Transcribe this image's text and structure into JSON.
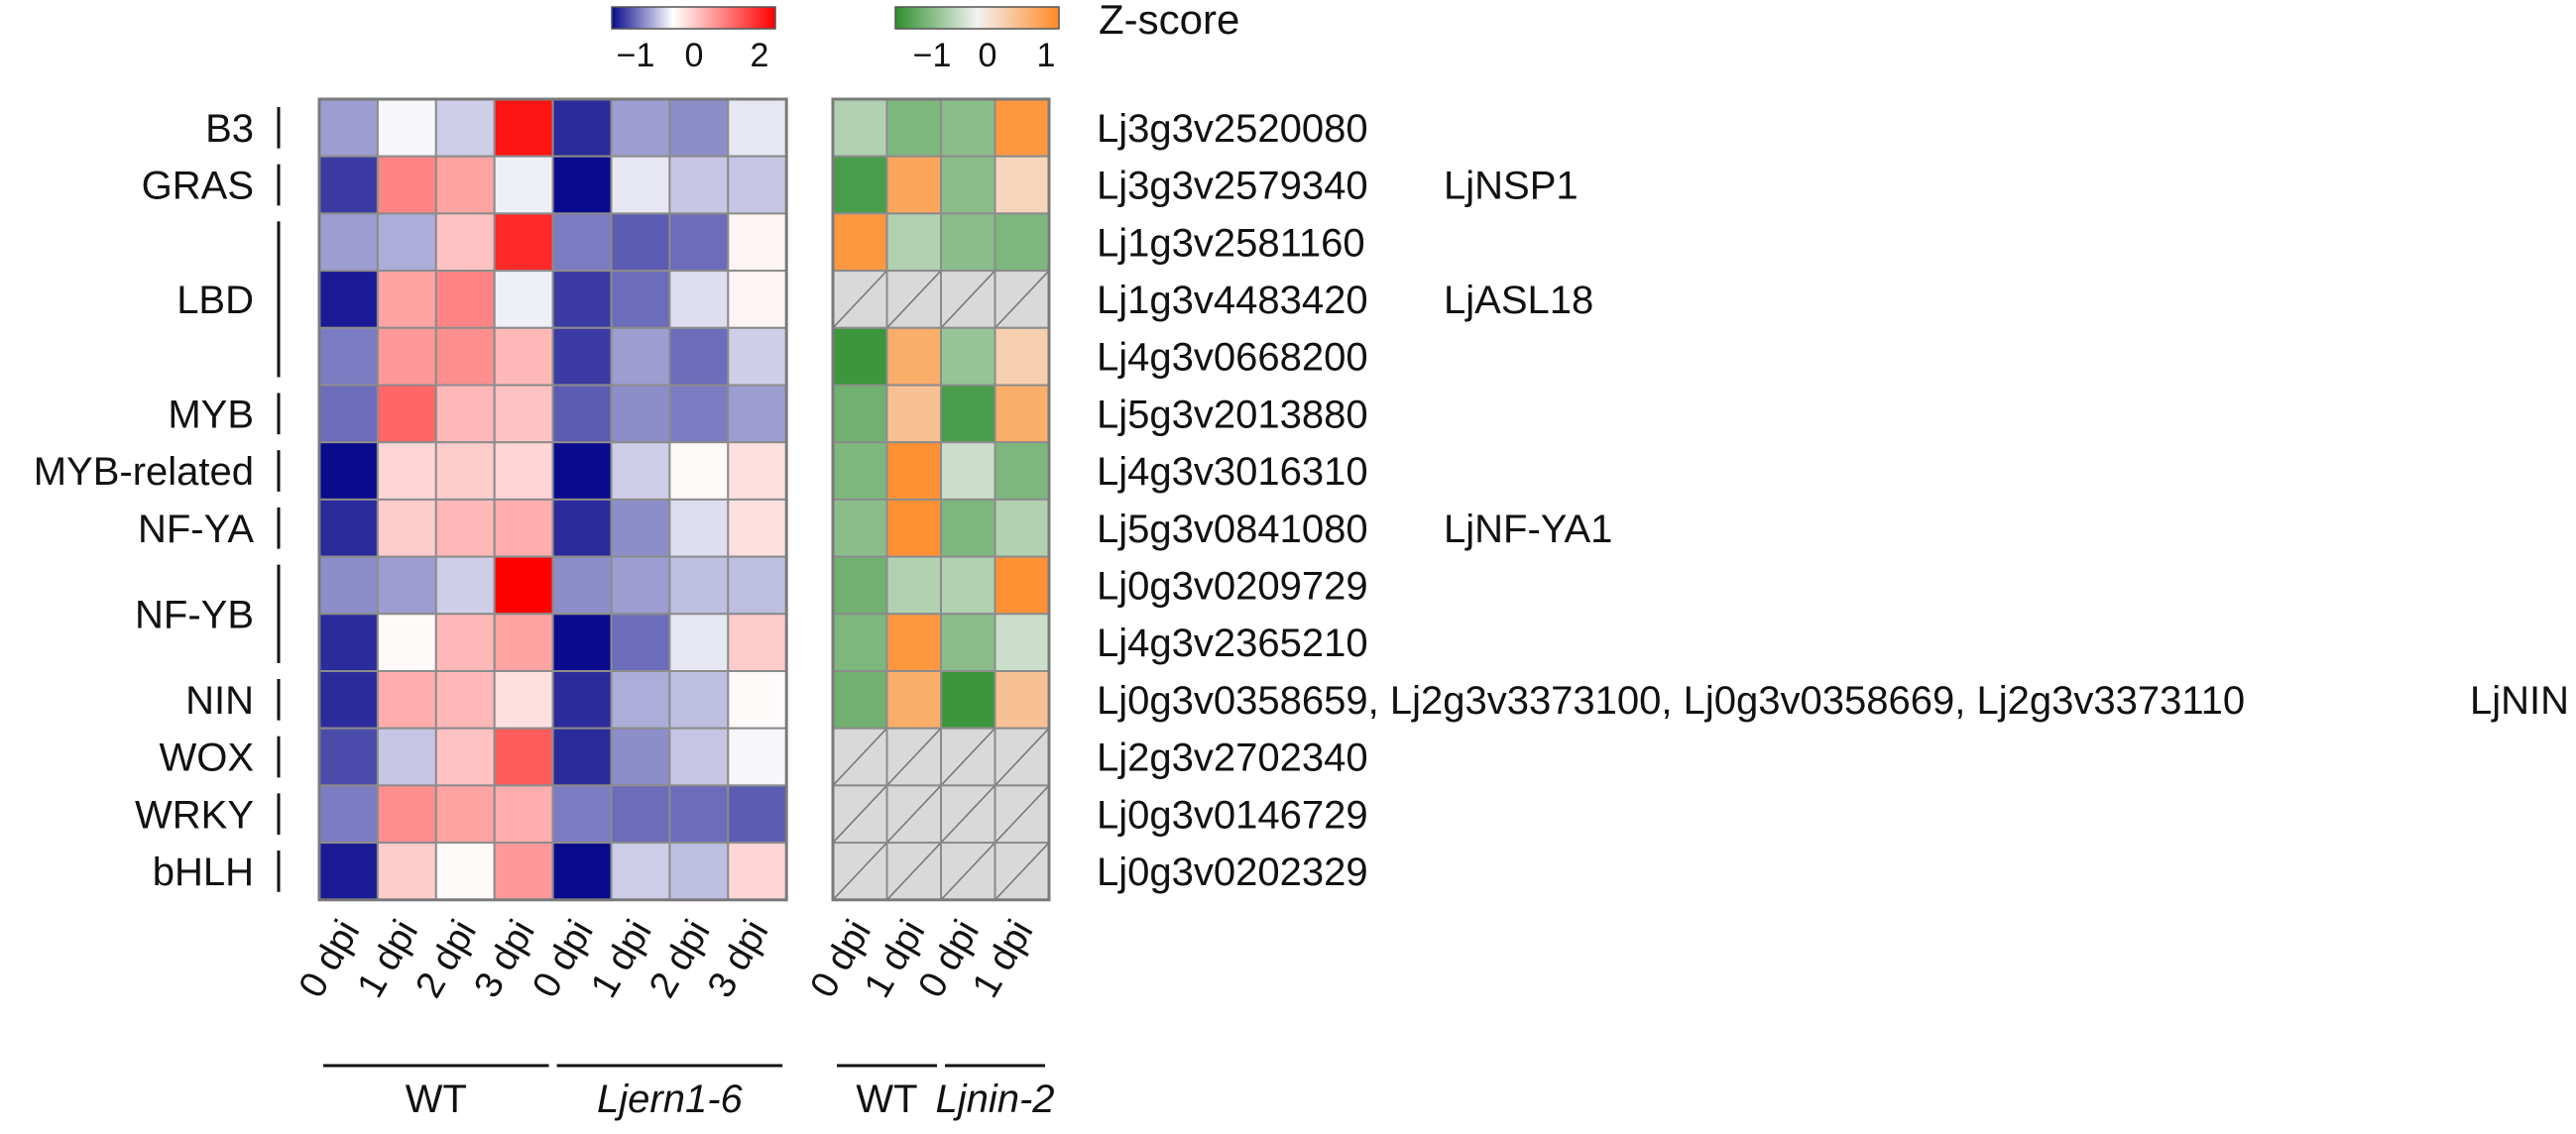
{
  "chart_data": {
    "type": "heatmap",
    "legend_title": "Z-score",
    "legend_left": {
      "min": -1.5,
      "max": 2.5,
      "ticks": [
        "−1",
        "0",
        "2"
      ],
      "tick_values": [
        -1,
        0,
        2
      ],
      "colors": {
        "low": "#0a0a8c",
        "mid": "#ffffff",
        "high": "#ff0000"
      }
    },
    "legend_right": {
      "min": -1.5,
      "max": 1.5,
      "ticks": [
        "−1",
        "0",
        "1"
      ],
      "tick_values": [
        -1,
        0,
        1
      ],
      "colors": {
        "low": "#2f8f2f",
        "mid": "#f2f2f2",
        "high": "#ff8a26"
      }
    },
    "na_color": "#d9d9d9",
    "rows": [
      {
        "family": "B3",
        "gene": "Lj3g3v2520080",
        "alias": ""
      },
      {
        "family": "GRAS",
        "gene": "Lj3g3v2579340",
        "alias": "LjNSP1"
      },
      {
        "family": "LBD",
        "gene": "Lj1g3v2581160",
        "alias": ""
      },
      {
        "family": "",
        "gene": "Lj1g3v4483420",
        "alias": "LjASL18"
      },
      {
        "family": "",
        "gene": "Lj4g3v0668200",
        "alias": ""
      },
      {
        "family": "MYB",
        "gene": "Lj5g3v2013880",
        "alias": ""
      },
      {
        "family": "MYB-related",
        "gene": "Lj4g3v3016310",
        "alias": ""
      },
      {
        "family": "NF-YA",
        "gene": "Lj5g3v0841080",
        "alias": "LjNF-YA1"
      },
      {
        "family": "NF-YB",
        "gene": "Lj0g3v0209729",
        "alias": ""
      },
      {
        "family": "",
        "gene": "Lj4g3v2365210",
        "alias": ""
      },
      {
        "family": "NIN",
        "gene": "Lj0g3v0358659, Lj2g3v3373100, Lj0g3v0358669, Lj2g3v3373110",
        "alias": "LjNIN"
      },
      {
        "family": "WOX",
        "gene": "Lj2g3v2702340",
        "alias": ""
      },
      {
        "family": "WRKY",
        "gene": "Lj0g3v0146729",
        "alias": ""
      },
      {
        "family": "bHLH",
        "gene": "Lj0g3v0202329",
        "alias": ""
      }
    ],
    "families": [
      {
        "name": "B3",
        "rows": [
          0,
          0
        ]
      },
      {
        "name": "GRAS",
        "rows": [
          1,
          1
        ]
      },
      {
        "name": "LBD",
        "rows": [
          2,
          4
        ]
      },
      {
        "name": "MYB",
        "rows": [
          5,
          5
        ]
      },
      {
        "name": "MYB-related",
        "rows": [
          6,
          6
        ]
      },
      {
        "name": "NF-YA",
        "rows": [
          7,
          7
        ]
      },
      {
        "name": "NF-YB",
        "rows": [
          8,
          9
        ]
      },
      {
        "name": "NIN",
        "rows": [
          10,
          10
        ]
      },
      {
        "name": "WOX",
        "rows": [
          11,
          11
        ]
      },
      {
        "name": "WRKY",
        "rows": [
          12,
          12
        ]
      },
      {
        "name": "bHLH",
        "rows": [
          13,
          13
        ]
      }
    ],
    "left_columns": [
      "0 dpi",
      "1 dpi",
      "2 dpi",
      "3 dpi",
      "0 dpi",
      "1 dpi",
      "2 dpi",
      "3 dpi"
    ],
    "right_columns": [
      "0 dpi",
      "1 dpi",
      "0 dpi",
      "1 dpi"
    ],
    "left_groups": [
      {
        "label": "WT",
        "italic": false,
        "cols": [
          0,
          3
        ]
      },
      {
        "label": "Ljern1-6",
        "italic": true,
        "cols": [
          4,
          7
        ]
      }
    ],
    "right_groups": [
      {
        "label": "WT",
        "italic": false,
        "cols": [
          0,
          1
        ]
      },
      {
        "label": "Ljnin-2",
        "italic": true,
        "cols": [
          2,
          3
        ]
      }
    ],
    "left_values": [
      [
        -0.6,
        -0.05,
        -0.3,
        2.3,
        -1.3,
        -0.6,
        -0.7,
        -0.15
      ],
      [
        -1.2,
        1.2,
        0.9,
        -0.1,
        -1.5,
        -0.15,
        -0.35,
        -0.35
      ],
      [
        -0.6,
        -0.5,
        0.6,
        2.1,
        -0.8,
        -1.0,
        -0.9,
        0.1
      ],
      [
        -1.4,
        0.9,
        1.2,
        -0.1,
        -1.2,
        -0.9,
        -0.2,
        0.1
      ],
      [
        -0.8,
        1.0,
        1.1,
        0.7,
        -1.2,
        -0.6,
        -0.9,
        -0.3
      ],
      [
        -0.9,
        1.5,
        0.7,
        0.6,
        -1.0,
        -0.7,
        -0.8,
        -0.6
      ],
      [
        -1.5,
        0.4,
        0.5,
        0.4,
        -1.6,
        -0.3,
        0.05,
        0.3
      ],
      [
        -1.3,
        0.5,
        0.7,
        0.8,
        -1.3,
        -0.7,
        -0.2,
        0.3
      ],
      [
        -0.7,
        -0.6,
        -0.3,
        2.5,
        -0.7,
        -0.6,
        -0.4,
        -0.4
      ],
      [
        -1.3,
        0.05,
        0.7,
        0.9,
        -1.5,
        -0.9,
        -0.15,
        0.5
      ],
      [
        -1.3,
        0.8,
        0.7,
        0.3,
        -1.3,
        -0.5,
        -0.4,
        0.05
      ],
      [
        -1.1,
        -0.35,
        0.6,
        1.6,
        -1.3,
        -0.7,
        -0.35,
        -0.05
      ],
      [
        -0.8,
        1.1,
        0.9,
        0.8,
        -0.8,
        -0.9,
        -0.9,
        -1.0
      ],
      [
        -1.4,
        0.5,
        0.05,
        1.0,
        -1.6,
        -0.3,
        -0.4,
        0.4
      ]
    ],
    "right_values": [
      [
        -0.5,
        -0.9,
        -0.8,
        1.3
      ],
      [
        -1.3,
        1.1,
        -0.8,
        0.4
      ],
      [
        1.3,
        -0.5,
        -0.8,
        -0.9
      ],
      [
        null,
        null,
        null,
        null
      ],
      [
        -1.4,
        1.0,
        -0.7,
        0.5
      ],
      [
        -1.0,
        0.7,
        -1.3,
        1.0
      ],
      [
        -0.9,
        1.4,
        -0.3,
        -0.9
      ],
      [
        -0.8,
        1.4,
        -0.9,
        -0.5
      ],
      [
        -1.0,
        -0.5,
        -0.5,
        1.4
      ],
      [
        -0.9,
        1.3,
        -0.8,
        -0.3
      ],
      [
        -1.0,
        1.0,
        -1.4,
        0.7
      ],
      [
        null,
        null,
        null,
        null
      ],
      [
        null,
        null,
        null,
        null
      ],
      [
        null,
        null,
        null,
        null
      ]
    ]
  }
}
